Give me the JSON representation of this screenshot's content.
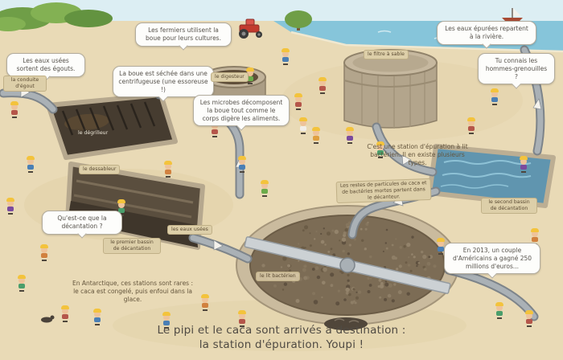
{
  "palette": {
    "sand": "#e9dab6",
    "sea": "#86c5da",
    "basin_water": "#6095af",
    "gravel": "#7c6c55",
    "pipe": "#aab1b6",
    "hat": "#f3c33c"
  },
  "bubbles": {
    "farmers": "Les fermiers utilisent la boue pour leurs cultures.",
    "clean_water": "Les eaux épurées repartent à la rivière.",
    "frogmen": "Tu connais les hommes-grenouilles ?",
    "sewage_out": "Les eaux usées sortent des égouts.",
    "sludge_dried": "La boue est séchée dans une centrifugeuse (une essoreuse !)",
    "microbes": "Les microbes décomposent la boue tout comme le corps digère les aliments.",
    "decantation_q": "Qu'est-ce que la décantation ?",
    "americans": "En 2013, un couple d'Américains a gagné 250 millions d'euros..."
  },
  "texts": {
    "plant_type": "C'est une station d'épuration à lit bactérien. Il en existe plusieurs types.",
    "antarctica": "En Antarctique, ces stations sont rares : le caca est congelé, puis enfoui dans la glace."
  },
  "labels": {
    "sewer_pipe": "la conduite d'égout",
    "digester": "le digesteur",
    "sand_filter": "le filtre à sable",
    "screen": "le dégrilleur",
    "grit_chamber": "le dessableur",
    "first_basin": "le premier bassin de décantation",
    "raw_water": "les eaux usées",
    "second_basin": "le second bassin de décantation",
    "bacterial_bed": "le lit bactérien",
    "residues": "Les restes de particules de caca et de bactéries mortes partent dans le décanteur."
  },
  "caption": {
    "line1": "Le pipi et le caca sont arrivés à destination :",
    "line2": "la station d'épuration.  Youpi !"
  }
}
